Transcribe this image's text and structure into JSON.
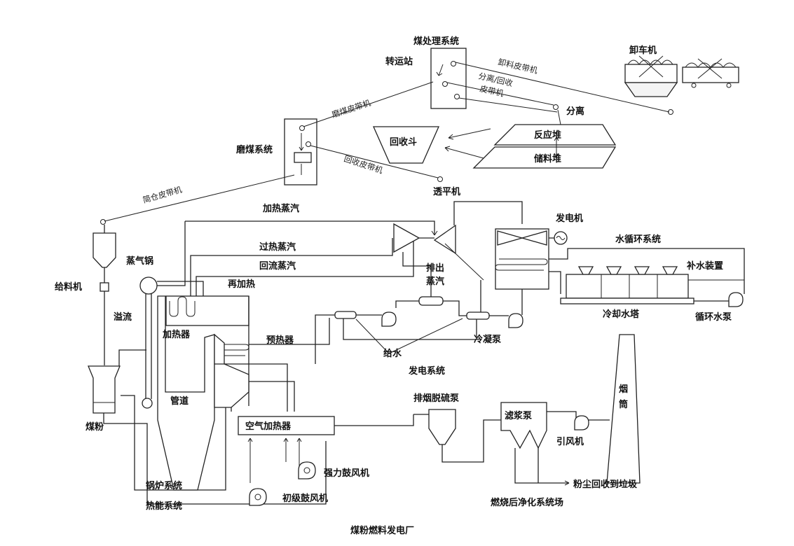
{
  "title": "煤粉燃料发电厂",
  "coal_handling": {
    "system": "煤处理系统",
    "transfer_station": "转运站",
    "unloader": "卸车机",
    "unload_belt": "卸料皮带机",
    "separate_recycle_belt_1": "分离/回收",
    "separate_recycle_belt_2": "皮带机",
    "separate": "分离",
    "reaction_pile": "反应堆",
    "storage_pile": "储料堆",
    "recovery_hopper": "回收斗",
    "grinding_belt": "磨煤皮带机",
    "recovery_belt": "回收皮带机",
    "grinding_system": "磨煤系统",
    "silo_belt": "简仓皮带机"
  },
  "boiler": {
    "feeder": "给料机",
    "overflow": "溢流",
    "drum": "蒸气锅",
    "reheat": "再加热",
    "heater": "加热器",
    "preheater": "预热器",
    "pipe": "管道",
    "coal_powder": "煤粉",
    "air_heater": "空气加热器",
    "boiler_system": "锅炉系统",
    "thermal_system": "热能系统",
    "forced_fan": "强力鼓风机",
    "primary_fan": "初级鼓风机"
  },
  "power": {
    "heating_steam": "加热蒸汽",
    "superheated_steam": "过热蒸汽",
    "return_steam": "回流蒸汽",
    "turbine": "透平机",
    "extraction_1": "排出",
    "extraction_2": "蒸汽",
    "generator": "发电机",
    "feedwater": "给水",
    "condensate_pump": "冷凝泵",
    "power_system": "发电系统"
  },
  "cooling": {
    "water_cycle": "水循环系统",
    "makeup": "补水装置",
    "cooling_tower": "冷却水塔",
    "circ_pump": "循环水泵"
  },
  "flue": {
    "fgd": "排烟脱硫泵",
    "slurry_pump": "滤浆泵",
    "id_fan": "引风机",
    "chimney": "烟筒",
    "dust": "粉尘回收到垃圾",
    "post_cleanup": "燃烧后净化系统场"
  }
}
